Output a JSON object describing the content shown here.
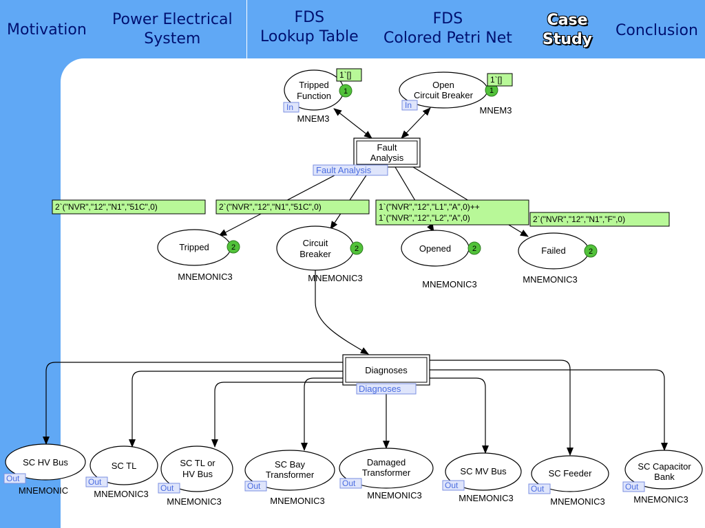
{
  "nav": {
    "items": [
      {
        "lines": [
          "Motivation"
        ]
      },
      {
        "lines": [
          "Power Electrical",
          "System"
        ]
      },
      {
        "lines": [
          "FDS",
          "Lookup Table"
        ]
      },
      {
        "lines": [
          "FDS",
          "Colored Petri Net"
        ]
      },
      {
        "lines": [
          "Case",
          "Study"
        ],
        "active": true
      },
      {
        "lines": [
          "Conclusion"
        ]
      }
    ]
  },
  "diagram": {
    "places": {
      "tripped_function": {
        "lines": [
          "Tripped",
          "Function"
        ],
        "port": "In",
        "mnemonic": "MNEM3",
        "marking": "1",
        "token": "1`[]"
      },
      "open_cb": {
        "lines": [
          "Open",
          "Circuit Breaker"
        ],
        "port": "In",
        "mnemonic": "MNEM3",
        "marking": "1",
        "token": "1`[]"
      },
      "tripped": {
        "lines": [
          "Tripped"
        ],
        "mnemonic": "MNEMONIC3",
        "marking": "2",
        "token": "2`(\"NVR\",\"12\",\"N1\",\"51C\",0)"
      },
      "circuit_breaker": {
        "lines": [
          "Circuit",
          "Breaker"
        ],
        "mnemonic": "MNEMONIC3",
        "marking": "2",
        "token": "2`(\"NVR\",\"12\",\"N1\",\"51C\",0)"
      },
      "opened": {
        "lines": [
          "Opened"
        ],
        "mnemonic": "MNEMONIC3",
        "marking": "2",
        "token": [
          "1`(\"NVR\",\"12\",\"L1\",\"A\",0)++",
          "1`(\"NVR\",\"12\",\"L2\",\"A\",0)"
        ]
      },
      "failed": {
        "lines": [
          "Failed"
        ],
        "mnemonic": "MNEMONIC3",
        "marking": "2",
        "token": "2`(\"NVR\",\"12\",\"N1\",\"F\",0)"
      },
      "sc_hv_bus": {
        "lines": [
          "SC HV Bus"
        ],
        "port": "Out",
        "mnemonic": "MNEMONIC"
      },
      "sc_tl": {
        "lines": [
          "SC TL"
        ],
        "port": "Out",
        "mnemonic": "MNEMONIC3"
      },
      "sc_tl_hv": {
        "lines": [
          "SC TL or",
          "HV Bus"
        ],
        "port": "Out",
        "mnemonic": "MNEMONIC3"
      },
      "sc_bay": {
        "lines": [
          "SC Bay",
          "Transformer"
        ],
        "port": "Out",
        "mnemonic": "MNEMONIC3"
      },
      "damaged": {
        "lines": [
          "Damaged",
          "Transformer"
        ],
        "port": "Out",
        "mnemonic": "MNEMONIC3"
      },
      "sc_mv_bus": {
        "lines": [
          "SC MV Bus"
        ],
        "port": "Out",
        "mnemonic": "MNEMONIC3"
      },
      "sc_feeder": {
        "lines": [
          "SC Feeder"
        ],
        "port": "Out",
        "mnemonic": "MNEMONIC3"
      },
      "sc_cap": {
        "lines": [
          "SC Capacitor",
          "Bank"
        ],
        "port": "Out",
        "mnemonic": "MNEMONIC3"
      }
    },
    "transitions": {
      "fault_analysis": {
        "lines": [
          "Fault",
          "Analysis"
        ],
        "subpage": "Fault Analysis"
      },
      "diagnoses": {
        "lines": [
          "Diagnoses"
        ],
        "subpage": "Diagnoses"
      }
    }
  }
}
